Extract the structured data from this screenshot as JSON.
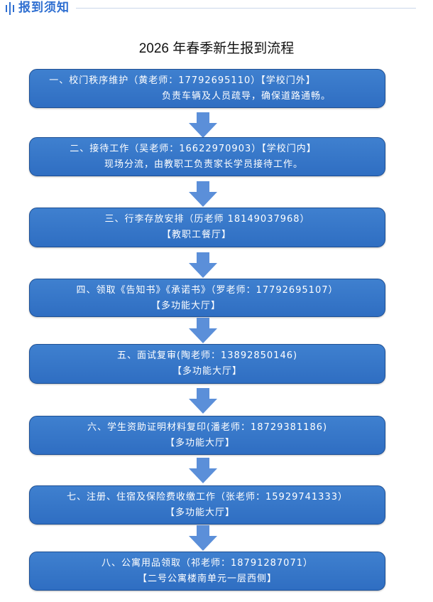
{
  "header": {
    "title": "报到须知"
  },
  "page_title": "2026 年春季新生报到流程",
  "steps": [
    {
      "line1": "一、校门秩序维护（黄老师：17792695110）【学校门外】",
      "line2": "负责车辆及人员疏导，确保道路通畅。"
    },
    {
      "line1": "二、接待工作（吴老师：16622970903）【学校门内】",
      "line2": "现场分流，由教职工负责家长学员接待工作。"
    },
    {
      "line1": "三、行李存放安排（历老师 18149037968）",
      "line2": "【教职工餐厅】"
    },
    {
      "line1": "四、领取《告知书》《承诺书》（罗老师：17792695107）",
      "line2": "【多功能大厅】"
    },
    {
      "line1": "五、面试复审(陶老师：13892850146)",
      "line2": "【多功能大厅】"
    },
    {
      "line1": "六、学生资助证明材料复印(潘老师：18729381186)",
      "line2": "【多功能大厅】"
    },
    {
      "line1": "七、注册、住宿及保险费收缴工作（张老师：15929741333）",
      "line2": "【多功能大厅】"
    },
    {
      "line1": "八、公寓用品领取（祁老师：18791287071）",
      "line2": "【二号公寓楼南单元一层西侧】"
    }
  ],
  "colors": {
    "accent": "#2f6fd1",
    "box": "#3a78c9",
    "box_border": "#1d4f94",
    "arrow": "#5b8fd9"
  },
  "icons": {
    "header_bars": "vertical-bars-icon",
    "arrow": "arrow-down-icon"
  }
}
